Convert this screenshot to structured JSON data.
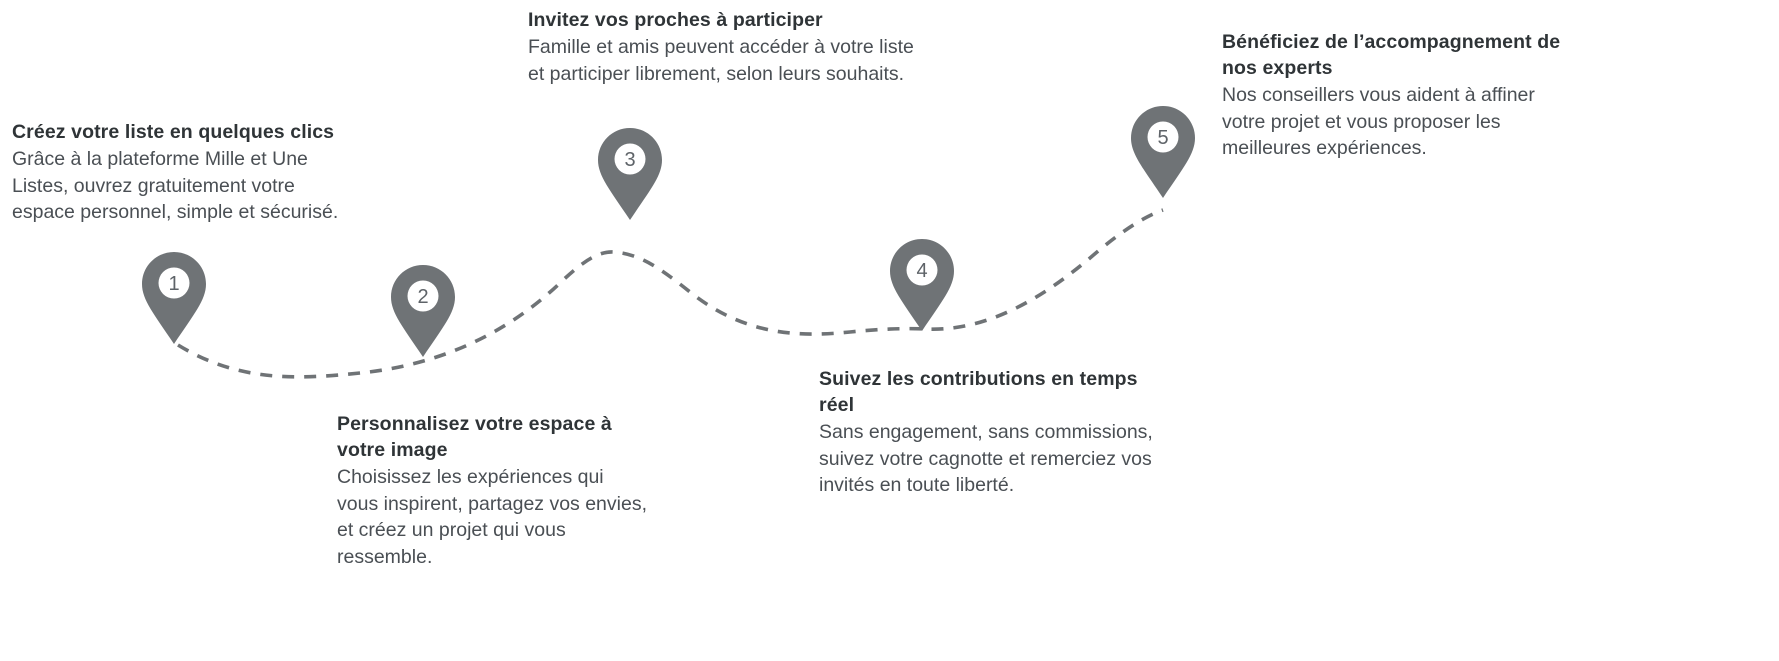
{
  "diagram": {
    "name": "how-it-works-timeline",
    "background_color": "#ffffff",
    "path_color": "#6f7376",
    "pin_color": "#6f7376",
    "pin_inner_color": "#ffffff",
    "title_color": "#2f3437",
    "body_color": "#4a4f54"
  },
  "steps": [
    {
      "number": "1",
      "title": "Créez votre liste en quelques clics",
      "body": "Grâce à la plateforme Mille et Une Listes, ouvrez gratuitement votre espace personnel, simple et sécurisé.",
      "position": "above"
    },
    {
      "number": "2",
      "title": "Personnalisez votre espace à votre image",
      "body": "Choisissez les expériences qui vous inspirent, partagez vos envies, et créez un projet qui vous ressemble.",
      "position": "below"
    },
    {
      "number": "3",
      "title": "Invitez vos proches à participer",
      "body": "Famille et amis peuvent accéder à votre liste et participer librement, selon leurs souhaits.",
      "position": "above"
    },
    {
      "number": "4",
      "title": "Suivez les contributions en temps réel",
      "body": "Sans engagement, sans commissions, suivez votre cagnotte et remerciez vos invités en toute liberté.",
      "position": "below"
    },
    {
      "number": "5",
      "title": "Bénéficiez de l’accompagnement de nos experts",
      "body": "Nos conseillers vous aident à affiner votre projet et vous proposer les meilleures expériences.",
      "position": "above"
    }
  ]
}
